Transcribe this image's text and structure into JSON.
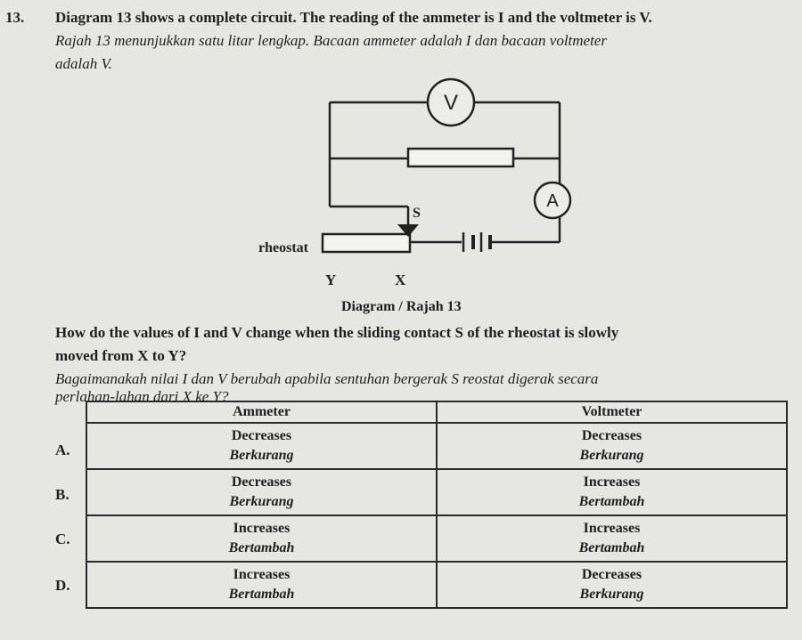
{
  "question": {
    "number": "13.",
    "stem_en_line1": "Diagram 13 shows a complete circuit. The reading of the ammeter is I and the voltmeter is V.",
    "stem_ms_line1": "Rajah 13 menunjukkan satu litar lengkap. Bacaan ammeter adalah I dan bacaan voltmeter",
    "stem_ms_line2": "adalah V.",
    "prompt_en_line1": "How do the values of I and V change when the sliding contact S of the rheostat is slowly",
    "prompt_en_line2": "moved from X to Y?",
    "prompt_ms_line1": "Bagaimanakah nilai I dan V berubah apabila sentuhan bergerak S reostat digerak secara",
    "prompt_ms_line2": "perlahan-lahan dari X ke Y?"
  },
  "diagram": {
    "voltmeter_symbol": "V",
    "ammeter_symbol": "A",
    "slider_label": "S",
    "rheostat_label": "rheostat",
    "end_y_label": "Y",
    "end_x_label": "X",
    "caption": "Diagram / Rajah 13"
  },
  "table": {
    "headers": [
      "Ammeter",
      "Voltmeter"
    ],
    "options": [
      {
        "letter": "A.",
        "ammeter_en": "Decreases",
        "ammeter_ms": "Berkurang",
        "voltmeter_en": "Decreases",
        "voltmeter_ms": "Berkurang"
      },
      {
        "letter": "B.",
        "ammeter_en": "Decreases",
        "ammeter_ms": "Berkurang",
        "voltmeter_en": "Increases",
        "voltmeter_ms": "Bertambah"
      },
      {
        "letter": "C.",
        "ammeter_en": "Increases",
        "ammeter_ms": "Bertambah",
        "voltmeter_en": "Increases",
        "voltmeter_ms": "Bertambah"
      },
      {
        "letter": "D.",
        "ammeter_en": "Increases",
        "ammeter_ms": "Bertambah",
        "voltmeter_en": "Decreases",
        "voltmeter_ms": "Berkurang"
      }
    ]
  }
}
